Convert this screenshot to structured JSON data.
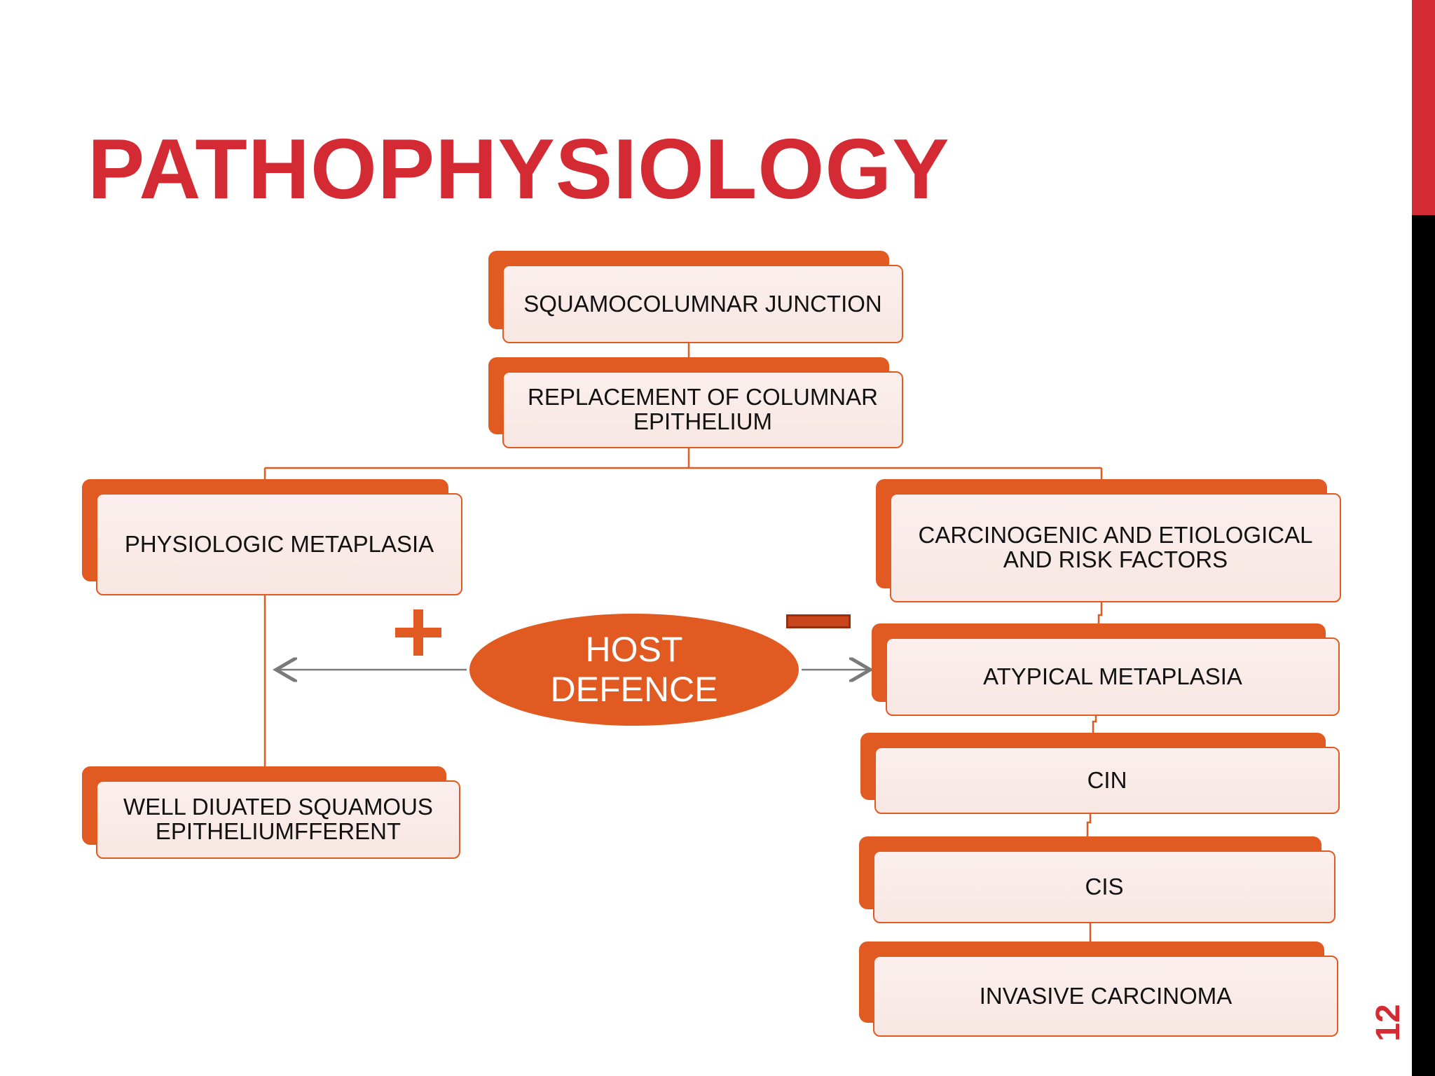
{
  "title": "PATHOPHYSIOLOGY",
  "page_number": "12",
  "nodes": {
    "squamocolumnar_junction": "SQUAMOCOLUMNAR JUNCTION",
    "replacement": "REPLACEMENT OF COLUMNAR\nEPITHELIUM",
    "physiologic_metaplasia": "PHYSIOLOGIC METAPLASIA",
    "well_differentiated": "WELL DIUATED SQUAMOUS\nEPITHELIUMFFERENT",
    "carcinogenic_factors": "CARCINOGENIC AND ETIOLOGICAL\nAND RISK FACTORS",
    "atypical_metaplasia": "ATYPICAL METAPLASIA",
    "cin": "CIN",
    "cis": "CIS",
    "invasive_carcinoma": "INVASIVE CARCINOMA"
  },
  "host_defence": "HOST\nDEFENCE",
  "colors": {
    "title_red": "#d42a33",
    "node_orange": "#e05a22",
    "node_fill": "#fbefed",
    "arrow_gray": "#7a7a7a",
    "side_bar_black": "#000000"
  }
}
